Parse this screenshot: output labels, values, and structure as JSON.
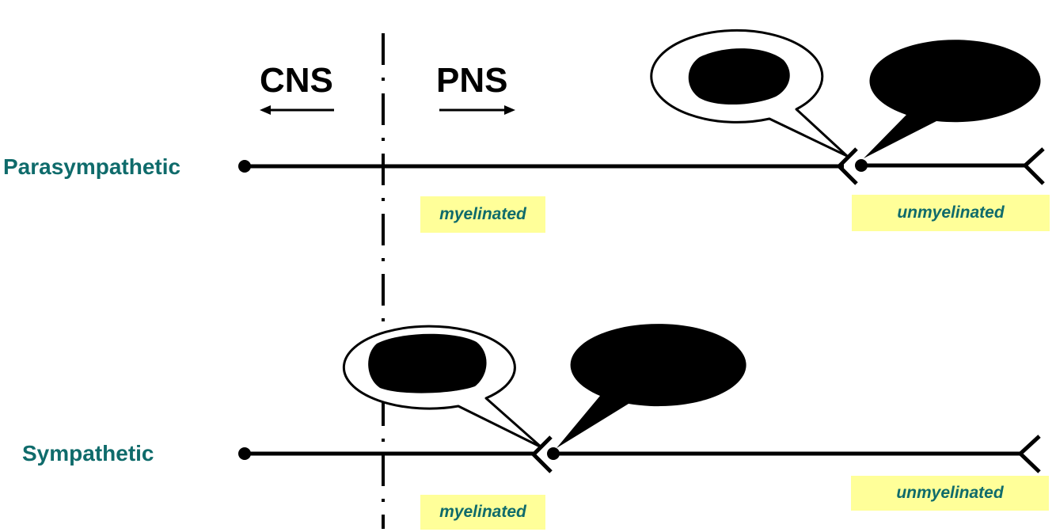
{
  "regions": {
    "cns": "CNS",
    "pns": "PNS"
  },
  "rows": [
    {
      "label": "Parasympathetic",
      "fiber_labels": {
        "preganglionic": "myelinated",
        "postganglionic": "unmyelinated"
      }
    },
    {
      "label": "Sympathetic",
      "fiber_labels": {
        "preganglionic": "myelinated",
        "postganglionic": "unmyelinated"
      }
    }
  ],
  "colors": {
    "label_teal": "#0f6b6b",
    "tag_yellow": "#ffff99",
    "ink": "#000000"
  }
}
